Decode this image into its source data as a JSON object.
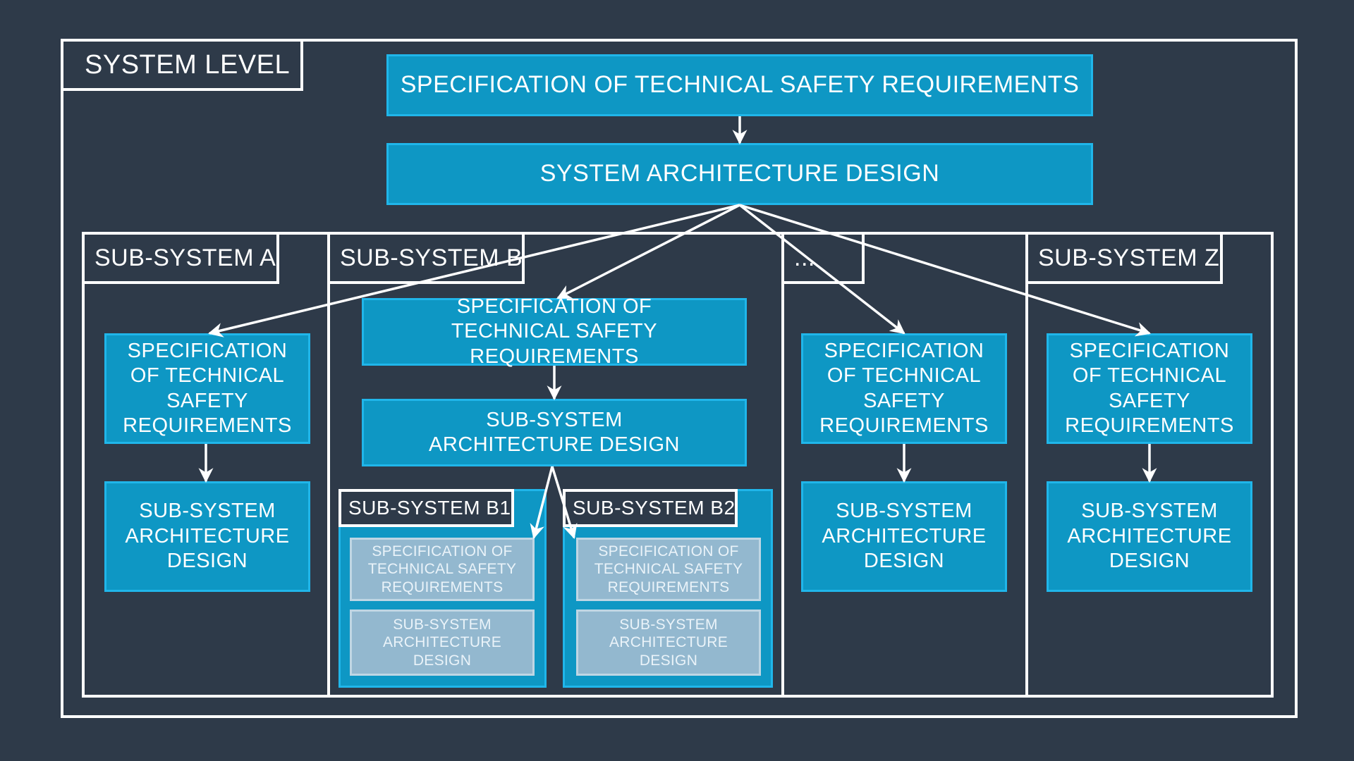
{
  "system": {
    "label": "SYSTEM LEVEL",
    "spec": "SPECIFICATION OF TECHNICAL SAFETY REQUIREMENTS",
    "arch": "SYSTEM ARCHITECTURE DESIGN"
  },
  "subsystems": [
    {
      "label": "SUB-SYSTEM A",
      "spec": "SPECIFICATION OF TECHNICAL SAFETY REQUIREMENTS",
      "arch": "SUB-SYSTEM ARCHITECTURE DESIGN"
    },
    {
      "label": "SUB-SYSTEM B",
      "spec": "SPECIFICATION OF TECHNICAL SAFETY REQUIREMENTS",
      "arch": "SUB-SYSTEM ARCHITECTURE DESIGN",
      "children": [
        {
          "label": "SUB-SYSTEM B1",
          "spec": "SPECIFICATION OF TECHNICAL SAFETY REQUIREMENTS",
          "arch": "SUB-SYSTEM ARCHITECTURE DESIGN"
        },
        {
          "label": "SUB-SYSTEM B2",
          "spec": "SPECIFICATION OF TECHNICAL SAFETY REQUIREMENTS",
          "arch": "SUB-SYSTEM ARCHITECTURE DESIGN"
        }
      ]
    },
    {
      "label": "...",
      "spec": "SPECIFICATION OF TECHNICAL SAFETY REQUIREMENTS",
      "arch": "SUB-SYSTEM ARCHITECTURE DESIGN"
    },
    {
      "label": "SUB-SYSTEM Z",
      "spec": "SPECIFICATION OF TECHNICAL SAFETY REQUIREMENTS",
      "arch": "SUB-SYSTEM ARCHITECTURE DESIGN"
    }
  ],
  "colors": {
    "background": "#2e3a49",
    "box_fill": "#0e97c4",
    "box_border": "#20b6ea",
    "greyed_box_fill": "#93b8cf",
    "line": "#ffffff"
  }
}
